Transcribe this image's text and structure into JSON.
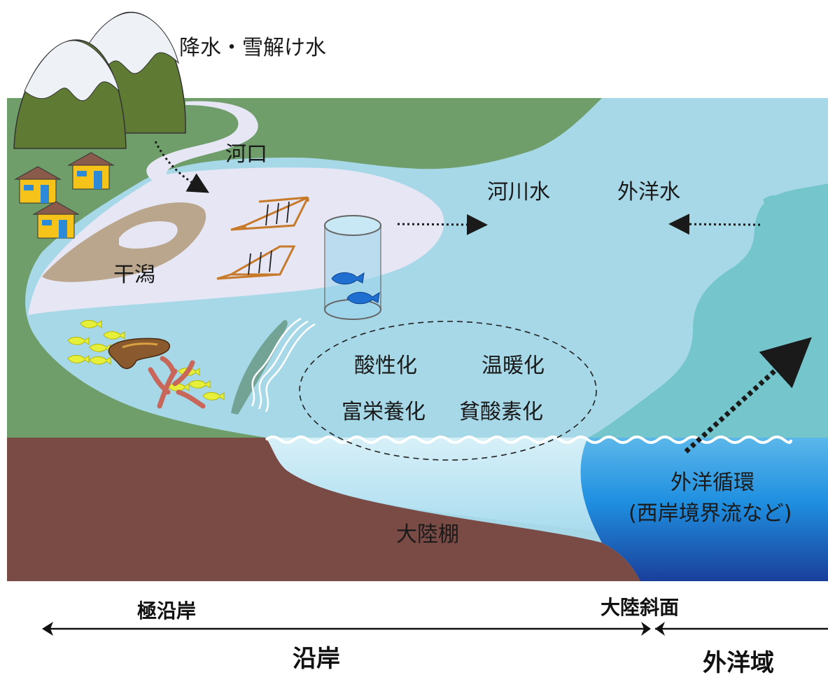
{
  "labels": {
    "precipitation": "降水・雪解け水",
    "estuary": "河口",
    "tidal_flat": "干潟",
    "river_water": "河川水",
    "ocean_water": "外洋水",
    "acidification": "酸性化",
    "warming": "温暖化",
    "eutrophication": "富栄養化",
    "deoxygenation": "貧酸素化",
    "continental_shelf": "大陸棚",
    "ocean_circulation": "外洋循環",
    "boundary_current": "(西岸境界流など)"
  },
  "axis": {
    "nearshore": "極沿岸",
    "slope": "大陸斜面",
    "coastal": "沿岸",
    "open_ocean": "外洋域"
  },
  "colors": {
    "land_green": "#6f9e6b",
    "mountain": "#5f7a33",
    "snow": "#eef1f6",
    "river_plume": "#e6e6f5",
    "coastal_water": "#a6d8e8",
    "ocean_water": "#74c6cc",
    "deep_ocean": "#1a73c7",
    "seafloor": "#7a4a45",
    "tidal_flat": "#b9a68c",
    "house_wall": "#f6c31b",
    "house_roof": "#8a5a4a",
    "seaweed_frame": "#c77a2a",
    "fish_yellow": "#e6f03a",
    "coral": "#c8665a"
  }
}
